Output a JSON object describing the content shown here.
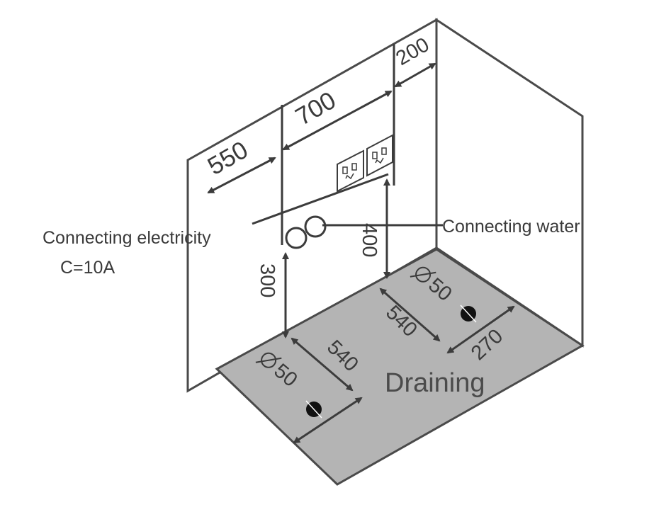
{
  "diagram": {
    "labels": {
      "electricity": "Connecting electricity",
      "current": "C=10A",
      "water": "Connecting water",
      "draining": "Draining"
    },
    "dimensions": {
      "d550": "550",
      "d700": "700",
      "d200": "200",
      "d400": "400",
      "d300": "300",
      "d540_left": "540",
      "d540_right": "540",
      "d270": "270",
      "dia_left": "50",
      "dia_right": "50"
    },
    "colors": {
      "floor": "#b4b4b4",
      "lines": "#3c3c3c",
      "text": "#3a3a3a",
      "drain": "#111111"
    }
  }
}
